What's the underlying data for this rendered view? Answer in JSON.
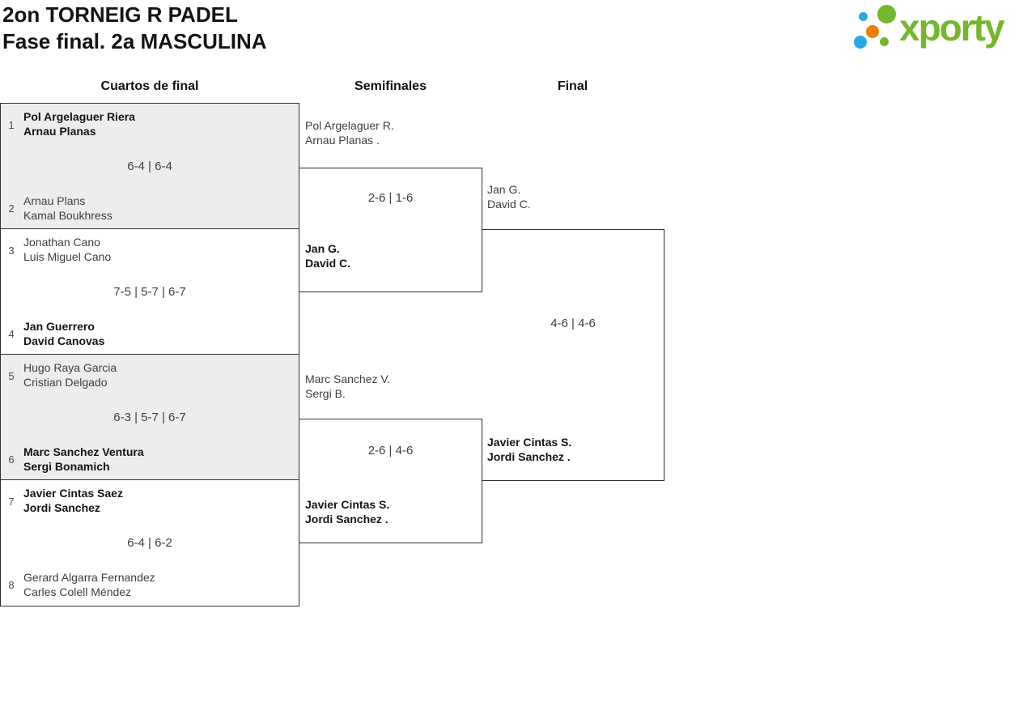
{
  "header": {
    "title_line1": "2on TORNEIG R PADEL",
    "title_line2": "Fase final. 2a MASCULINA",
    "logo": {
      "text": "xporty"
    }
  },
  "colors": {
    "logo_green": "#74b72c",
    "logo_blue": "#29a9e1",
    "logo_orange": "#ef7d00",
    "box_border": "#2f2f2f",
    "row_alt_background": "#ededed",
    "winner_text": "#141414",
    "normal_text": "#3e3e3e"
  },
  "round_headers": {
    "quarterfinals": "Cuartos de final",
    "semifinals": "Semifinales",
    "final": "Final"
  },
  "bracket": {
    "quarterfinals": [
      {
        "seed_top": "1",
        "team_top_line1": "Pol Argelaguer Riera",
        "team_top_line2": "Arnau Planas",
        "score": "6-4 | 6-4",
        "seed_bottom": "2",
        "team_bottom_line1": "Arnau Plans",
        "team_bottom_line2": "Kamal Boukhress",
        "winner": "top"
      },
      {
        "seed_top": "3",
        "team_top_line1": "Jonathan Cano",
        "team_top_line2": "Luis Miguel Cano",
        "score": "7-5 | 5-7 | 6-7",
        "seed_bottom": "4",
        "team_bottom_line1": "Jan Guerrero",
        "team_bottom_line2": "David Canovas",
        "winner": "bottom"
      },
      {
        "seed_top": "5",
        "team_top_line1": "Hugo Raya Garcia",
        "team_top_line2": "Cristian Delgado",
        "score": "6-3 | 5-7 | 6-7",
        "seed_bottom": "6",
        "team_bottom_line1": "Marc Sanchez Ventura",
        "team_bottom_line2": "Sergi Bonamich",
        "winner": "bottom"
      },
      {
        "seed_top": "7",
        "team_top_line1": "Javier Cintas Saez",
        "team_top_line2": "Jordi Sanchez",
        "score": "6-4 | 6-2",
        "seed_bottom": "8",
        "team_bottom_line1": "Gerard Algarra Fernandez",
        "team_bottom_line2": "Carles Colell Méndez",
        "winner": "top"
      }
    ],
    "semifinals": [
      {
        "team_top_line1": "Pol Argelaguer R.",
        "team_top_line2": "Arnau Planas .",
        "score": "2-6 | 1-6",
        "team_bottom_line1": "Jan G.",
        "team_bottom_line2": "David C.",
        "winner": "bottom"
      },
      {
        "team_top_line1": "Marc Sanchez V.",
        "team_top_line2": "Sergi B.",
        "score": "2-6 | 4-6",
        "team_bottom_line1": "Javier Cintas S.",
        "team_bottom_line2": "Jordi Sanchez .",
        "winner": "bottom"
      }
    ],
    "final": {
      "team_top_line1": "Jan G.",
      "team_top_line2": "David C.",
      "score": "4-6 | 4-6",
      "team_bottom_line1": "Javier Cintas S.",
      "team_bottom_line2": "Jordi Sanchez .",
      "winner": "bottom"
    }
  }
}
